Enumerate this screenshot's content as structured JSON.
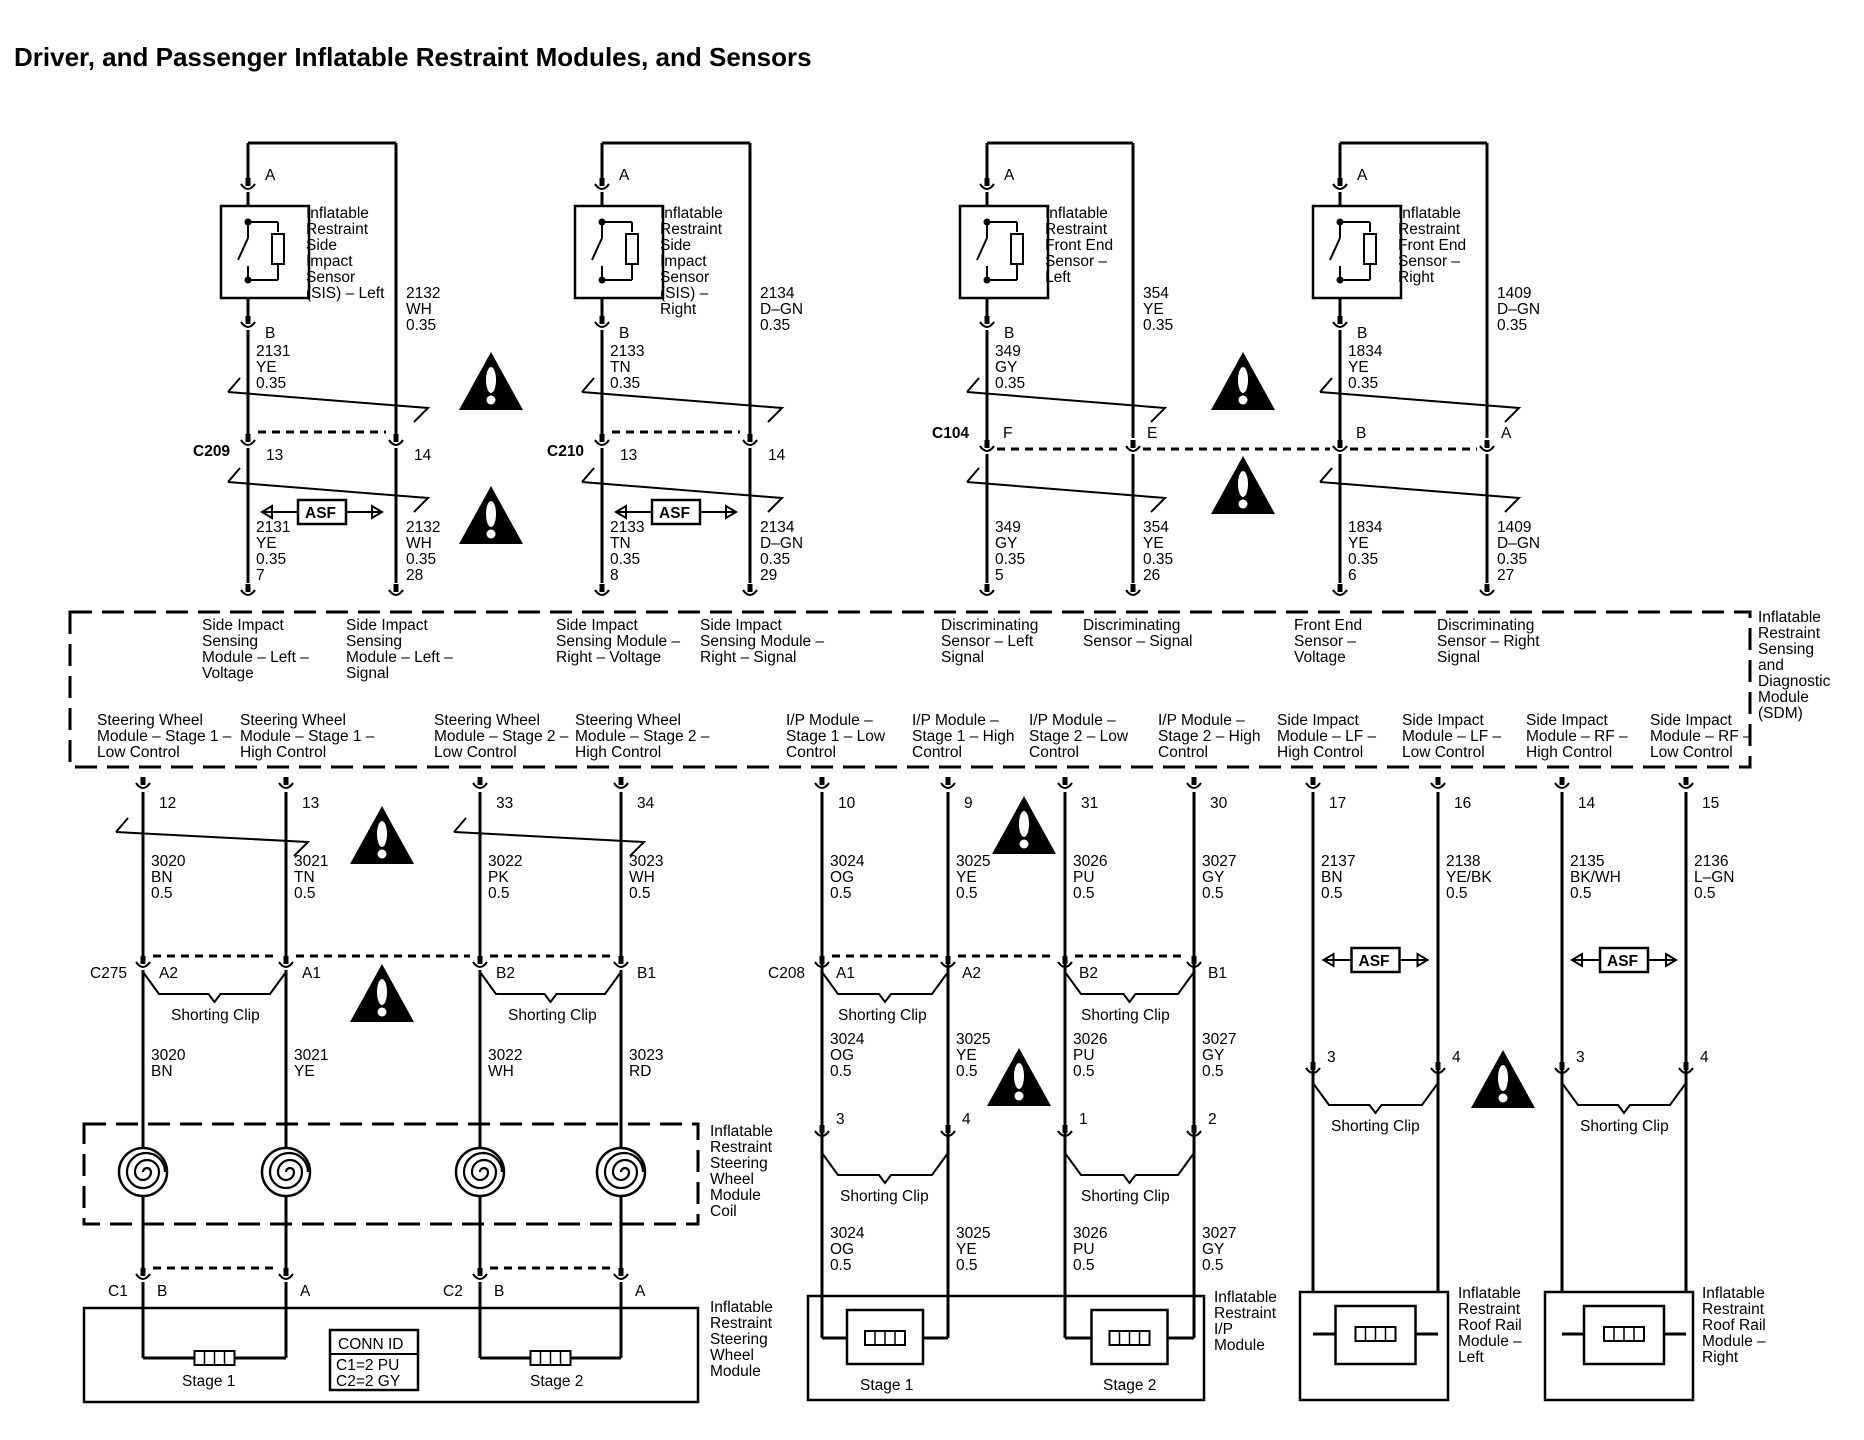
{
  "title": "Driver, and Passenger Inflatable Restraint Modules, and Sensors",
  "sdm": {
    "name": [
      "Inflatable",
      "Restraint",
      "Sensing",
      "and",
      "Diagnostic",
      "Module",
      "(SDM)"
    ]
  },
  "sensors": [
    {
      "name": [
        "Inflatable",
        "Restraint",
        "Side",
        "Impact",
        "Sensor",
        "(SIS) – Left"
      ],
      "pinA": "A",
      "pinB": "B",
      "wireB": [
        "2131",
        "YE",
        "0.35"
      ],
      "wireA": [
        "2132",
        "WH",
        "0.35"
      ],
      "conn": "C209",
      "cpinB": "13",
      "cpinA": "14",
      "lowB": [
        "2131",
        "YE",
        "0.35",
        "7"
      ],
      "lowA": [
        "2132",
        "WH",
        "0.35",
        "28"
      ],
      "sdmB": [
        "Side Impact",
        "Sensing",
        "Module – Left –",
        "Voltage"
      ],
      "sdmA": [
        "Side Impact",
        "Sensing",
        "Module – Left –",
        "Signal"
      ],
      "asf": true
    },
    {
      "name": [
        "Inflatable",
        "Restraint",
        "Side",
        "Impact",
        "Sensor",
        "(SIS) –",
        "Right"
      ],
      "pinA": "A",
      "pinB": "B",
      "wireB": [
        "2133",
        "TN",
        "0.35"
      ],
      "wireA": [
        "2134",
        "D–GN",
        "0.35"
      ],
      "conn": "C210",
      "cpinB": "13",
      "cpinA": "14",
      "lowB": [
        "2133",
        "TN",
        "0.35",
        "8"
      ],
      "lowA": [
        "2134",
        "D–GN",
        "0.35",
        "29"
      ],
      "sdmB": [
        "Side Impact",
        "Sensing Module –",
        "Right – Voltage"
      ],
      "sdmA": [
        "Side Impact",
        "Sensing Module –",
        "Right – Signal"
      ],
      "asf": true
    },
    {
      "name": [
        "Inflatable",
        "Restraint",
        "Front End",
        "Sensor –",
        "Left"
      ],
      "pinA": "A",
      "pinB": "B",
      "wireB": [
        "349",
        "GY",
        "0.35"
      ],
      "wireA": [
        "354",
        "YE",
        "0.35"
      ],
      "conn": "C104",
      "cpinB": "F",
      "cpinA": "E",
      "lowB": [
        "349",
        "GY",
        "0.35",
        "5"
      ],
      "lowA": [
        "354",
        "YE",
        "0.35",
        "26"
      ],
      "sdmB": [
        "Discriminating",
        "Sensor – Left",
        "Signal"
      ],
      "sdmA": [
        "Discriminating",
        "Sensor – Signal"
      ],
      "asf": false
    },
    {
      "name": [
        "Inflatable",
        "Restraint",
        "Front End",
        "Sensor –",
        "Right"
      ],
      "pinA": "A",
      "pinB": "B",
      "wireB": [
        "1834",
        "YE",
        "0.35"
      ],
      "wireA": [
        "1409",
        "D–GN",
        "0.35"
      ],
      "conn": "",
      "cpinB": "B",
      "cpinA": "A",
      "lowB": [
        "1834",
        "YE",
        "0.35",
        "6"
      ],
      "lowA": [
        "1409",
        "D–GN",
        "0.35",
        "27"
      ],
      "sdmB": [
        "Front End",
        "Sensor –",
        "Voltage"
      ],
      "sdmA": [
        "Discriminating",
        "Sensor – Right",
        "Signal"
      ],
      "asf": false
    }
  ],
  "sdm_outputs": [
    {
      "label": [
        "Steering Wheel",
        "Module – Stage 1 –",
        "Low Control"
      ],
      "pin": "12",
      "wire": [
        "3020",
        "BN",
        "0.5"
      ]
    },
    {
      "label": [
        "Steering Wheel",
        "Module – Stage 1 –",
        "High Control"
      ],
      "pin": "13",
      "wire": [
        "3021",
        "TN",
        "0.5"
      ]
    },
    {
      "label": [
        "Steering Wheel",
        "Module – Stage 2 –",
        "Low Control"
      ],
      "pin": "33",
      "wire": [
        "3022",
        "PK",
        "0.5"
      ]
    },
    {
      "label": [
        "Steering Wheel",
        "Module – Stage 2 –",
        "High Control"
      ],
      "pin": "34",
      "wire": [
        "3023",
        "WH",
        "0.5"
      ]
    },
    {
      "label": [
        "I/P Module –",
        "Stage 1 – Low",
        "Control"
      ],
      "pin": "10",
      "wire": [
        "3024",
        "OG",
        "0.5"
      ]
    },
    {
      "label": [
        "I/P Module –",
        "Stage 1 – High",
        "Control"
      ],
      "pin": "9",
      "wire": [
        "3025",
        "YE",
        "0.5"
      ]
    },
    {
      "label": [
        "I/P Module –",
        "Stage 2 – Low",
        "Control"
      ],
      "pin": "31",
      "wire": [
        "3026",
        "PU",
        "0.5"
      ]
    },
    {
      "label": [
        "I/P Module –",
        "Stage 2 – High",
        "Control"
      ],
      "pin": "30",
      "wire": [
        "3027",
        "GY",
        "0.5"
      ]
    },
    {
      "label": [
        "Side Impact",
        "Module – LF –",
        "High Control"
      ],
      "pin": "17",
      "wire": [
        "2137",
        "BN",
        "0.5"
      ]
    },
    {
      "label": [
        "Side Impact",
        "Module – LF –",
        "Low Control"
      ],
      "pin": "16",
      "wire": [
        "2138",
        "YE/BK",
        "0.5"
      ]
    },
    {
      "label": [
        "Side Impact",
        "Module – RF –",
        "High Control"
      ],
      "pin": "14",
      "wire": [
        "2135",
        "BK/WH",
        "0.5"
      ]
    },
    {
      "label": [
        "Side Impact",
        "Module – RF –",
        "Low Control"
      ],
      "pin": "15",
      "wire": [
        "2136",
        "L–GN",
        "0.5"
      ]
    }
  ],
  "c275": {
    "name": "C275",
    "pins": [
      "A2",
      "A1",
      "B2",
      "B1"
    ],
    "wires": [
      [
        "3020",
        "BN"
      ],
      [
        "3021",
        "YE"
      ],
      [
        "3022",
        "WH"
      ],
      [
        "3023",
        "RD"
      ]
    ],
    "clip": "Shorting Clip"
  },
  "c208": {
    "name": "C208",
    "pins": [
      "A1",
      "A2",
      "B2",
      "B1"
    ],
    "wires": [
      [
        "3024",
        "OG",
        "0.5"
      ],
      [
        "3025",
        "YE",
        "0.5"
      ],
      [
        "3026",
        "PU",
        "0.5"
      ],
      [
        "3027",
        "GY",
        "0.5"
      ]
    ],
    "clip": "Shorting Clip"
  },
  "coil": {
    "name": [
      "Inflatable",
      "Restraint",
      "Steering",
      "Wheel",
      "Module",
      "Coil"
    ]
  },
  "sw_module": {
    "name": [
      "Inflatable",
      "Restraint",
      "Steering",
      "Wheel",
      "Module"
    ],
    "c1": "C1",
    "c2": "C2",
    "pins": [
      "B",
      "A",
      "B",
      "A"
    ],
    "stage1": "Stage 1",
    "stage2": "Stage 2",
    "connid_title": "CONN ID",
    "connid": [
      "C1=2 PU",
      "C2=2 GY"
    ]
  },
  "ip_module": {
    "name": [
      "Inflatable",
      "Restraint",
      "I/P",
      "Module"
    ],
    "pins": [
      "3",
      "4",
      "1",
      "2"
    ],
    "wires": [
      [
        "3024",
        "OG",
        "0.5"
      ],
      [
        "3025",
        "YE",
        "0.5"
      ],
      [
        "3026",
        "PU",
        "0.5"
      ],
      [
        "3027",
        "GY",
        "0.5"
      ]
    ],
    "stage1": "Stage 1",
    "stage2": "Stage 2",
    "clip": "Shorting Clip"
  },
  "roof_left": {
    "name": [
      "Inflatable",
      "Restraint",
      "Roof Rail",
      "Module –",
      "Left"
    ],
    "pins": [
      "3",
      "4"
    ],
    "clip": "Shorting Clip"
  },
  "roof_right": {
    "name": [
      "Inflatable",
      "Restraint",
      "Roof Rail",
      "Module –",
      "Right"
    ],
    "pins": [
      "3",
      "4"
    ],
    "clip": "Shorting Clip"
  },
  "asf_label": "ASF",
  "warning_icon": "warning-triangle-icon"
}
